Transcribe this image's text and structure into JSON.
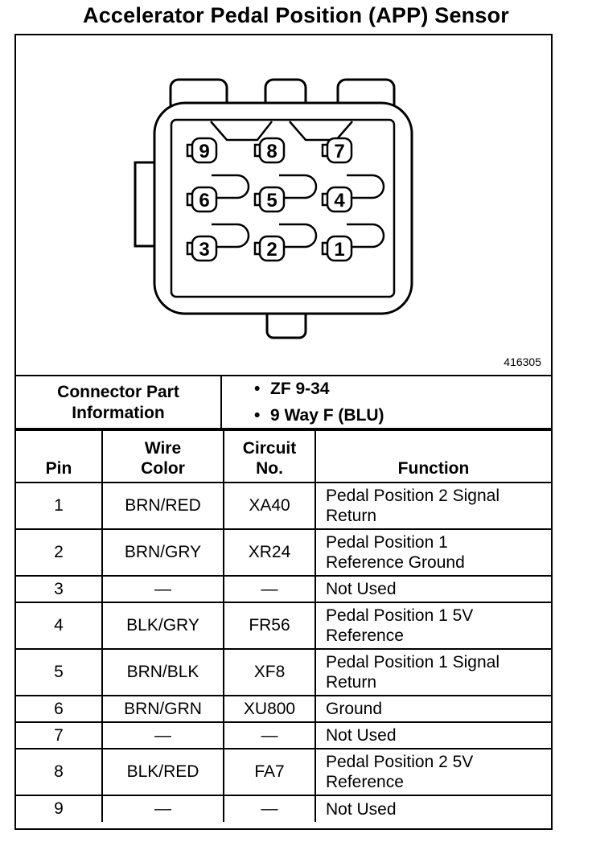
{
  "title": "Accelerator Pedal Position (APP) Sensor",
  "image_id": "416305",
  "connector": {
    "pins_top": [
      "9",
      "8",
      "7"
    ],
    "pins_middle": [
      "6",
      "5",
      "4"
    ],
    "pins_bottom": [
      "3",
      "2",
      "1"
    ]
  },
  "connector_info": {
    "label_line1": "Connector Part",
    "label_line2": "Information",
    "bullet": "•",
    "items": [
      "ZF 9-34",
      "9 Way F (BLU)"
    ]
  },
  "table": {
    "headers": {
      "pin": "Pin",
      "wire_color_1": "Wire",
      "wire_color_2": "Color",
      "circuit_1": "Circuit",
      "circuit_2": "No.",
      "function": "Function"
    },
    "rows": [
      {
        "pin": "1",
        "wire": "BRN/RED",
        "circuit": "XA40",
        "func1": "Pedal Position 2 Signal",
        "func2": "Return"
      },
      {
        "pin": "2",
        "wire": "BRN/GRY",
        "circuit": "XR24",
        "func1": "Pedal Position 1",
        "func2": "Reference Ground"
      },
      {
        "pin": "3",
        "wire": "—",
        "circuit": "—",
        "func1": "Not Used",
        "func2": ""
      },
      {
        "pin": "4",
        "wire": "BLK/GRY",
        "circuit": "FR56",
        "func1": "Pedal Position 1 5V",
        "func2": "Reference"
      },
      {
        "pin": "5",
        "wire": "BRN/BLK",
        "circuit": "XF8",
        "func1": "Pedal Position 1 Signal",
        "func2": "Return"
      },
      {
        "pin": "6",
        "wire": "BRN/GRN",
        "circuit": "XU800",
        "func1": "Ground",
        "func2": ""
      },
      {
        "pin": "7",
        "wire": "—",
        "circuit": "—",
        "func1": "Not Used",
        "func2": ""
      },
      {
        "pin": "8",
        "wire": "BLK/RED",
        "circuit": "FA7",
        "func1": "Pedal Position 2 5V",
        "func2": "Reference"
      },
      {
        "pin": "9",
        "wire": "—",
        "circuit": "—",
        "func1": "Not Used",
        "func2": ""
      }
    ]
  }
}
